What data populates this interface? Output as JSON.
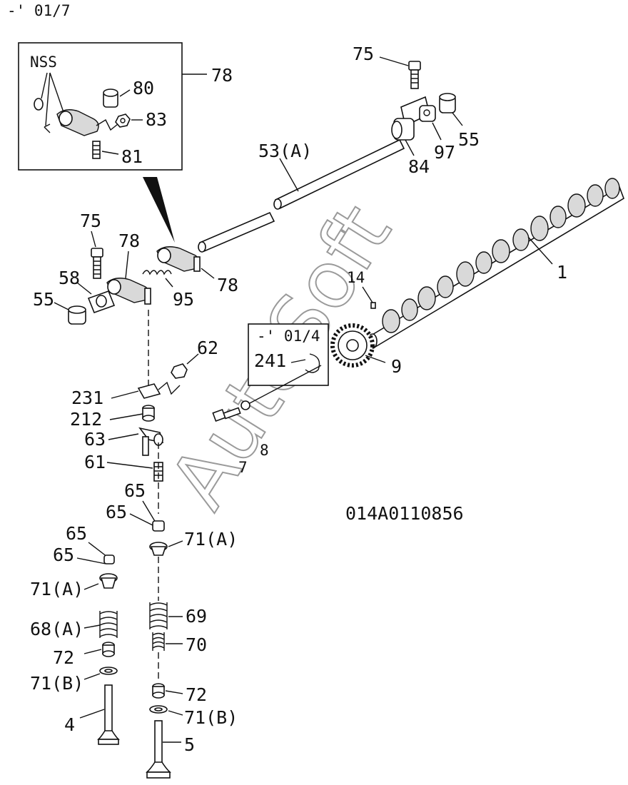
{
  "header": {
    "serial_range": "-' 01/7"
  },
  "drawing_number": "014A0110856",
  "watermark": "AutoSoft",
  "inset_nss": {
    "title": "NSS",
    "ref": "78"
  },
  "inset_serial": {
    "range": "-' 01/4",
    "part": "241"
  },
  "callouts": {
    "c75_top": "75",
    "c53": "53(A)",
    "c84": "84",
    "c97": "97",
    "c55_top": "55",
    "c80": "80",
    "c83": "83",
    "c81": "81",
    "c1": "1",
    "c14": "14",
    "c9": "9",
    "c7": "7",
    "c8": "8",
    "c75_left": "75",
    "c78_mid": "78",
    "c78_right": "78",
    "c58": "58",
    "c55_left": "55",
    "c95": "95",
    "c62": "62",
    "c231": "231",
    "c212": "212",
    "c63": "63",
    "c61": "61",
    "c65_a": "65",
    "c65_b": "65",
    "c71a_right": "71(A)",
    "c65_c": "65",
    "c65_d": "65",
    "c71a_left": "71(A)",
    "c68a": "68(A)",
    "c69": "69",
    "c70": "70",
    "c72_left": "72",
    "c71b_left": "71(B)",
    "c72_right": "72",
    "c71b_right": "71(B)",
    "c4": "4",
    "c5": "5"
  }
}
